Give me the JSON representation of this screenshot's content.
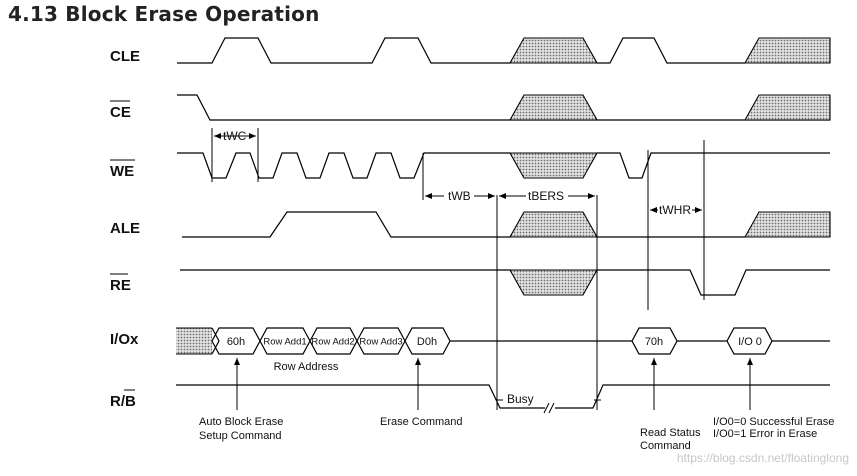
{
  "heading": "4.13 Block Erase Operation",
  "signals": {
    "cle": "CLE",
    "ce": "CE",
    "we": "WE",
    "ale": "ALE",
    "re": "RE",
    "io": "I/Ox",
    "rb_r": "R/",
    "rb_b": "B"
  },
  "timing": {
    "twc": "tWC",
    "twb": "tWB",
    "tbers": "tBERS",
    "twhr": "tWHR"
  },
  "bus": {
    "cmd_60": "60h",
    "row1": "Row Add1",
    "row2": "Row Add2",
    "row3": "Row Add3",
    "cmd_d0": "D0h",
    "cmd_70": "70h",
    "io0": "I/O 0"
  },
  "labels": {
    "row_address": "Row Address",
    "busy": "Busy",
    "auto_erase_1": "Auto Block Erase",
    "auto_erase_2": "Setup Command",
    "erase_cmd": "Erase Command",
    "read_status_1": "Read Status",
    "read_status_2": "Command",
    "io0_note_1": "I/O0=0 Successful Erase",
    "io0_note_2": "I/O0=1 Error in Erase"
  },
  "watermark": "https://blog.csdn.net/floatinglong"
}
